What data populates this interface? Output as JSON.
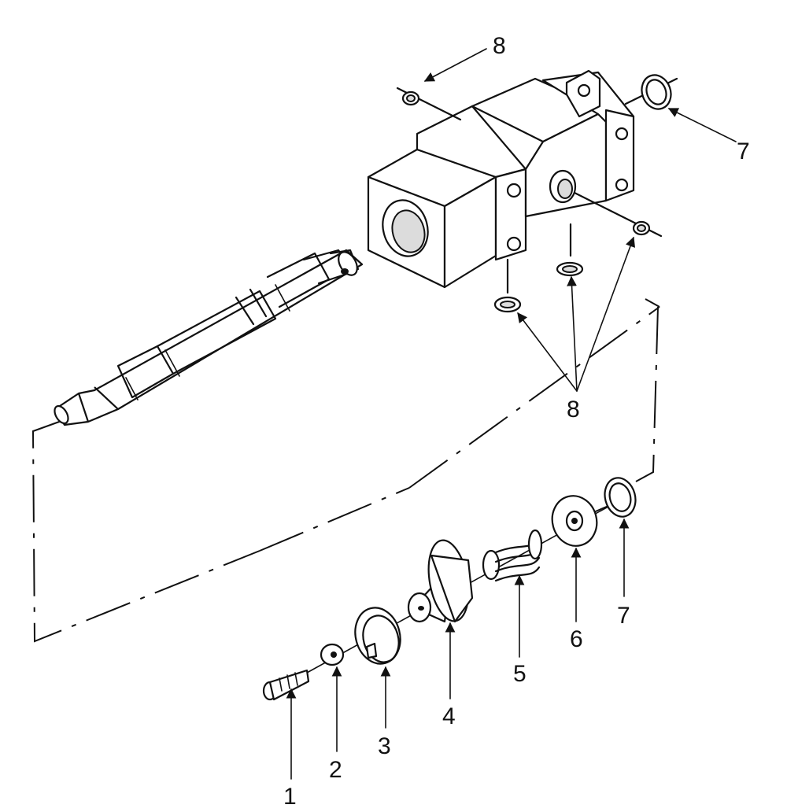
{
  "callouts": {
    "c1": "1",
    "c2": "2",
    "c3": "3",
    "c4": "4",
    "c5": "5",
    "c6": "6",
    "c7_lower": "7",
    "c7_upper": "7",
    "c8_upper": "8",
    "c8_lower": "8"
  },
  "colors": {
    "ink": "#111111",
    "background": "#ffffff"
  }
}
